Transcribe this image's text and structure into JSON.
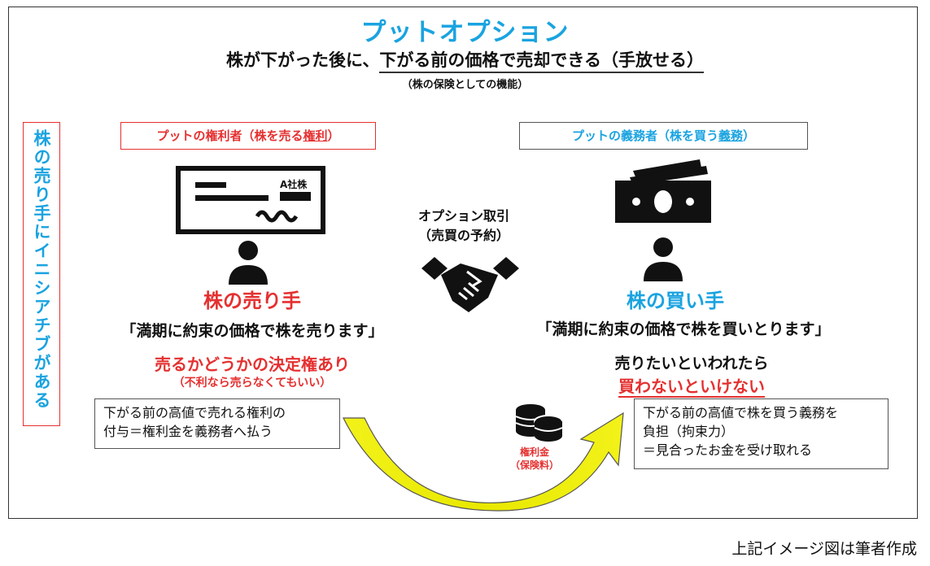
{
  "title": "プットオプション",
  "subtitle_pre": "株が下がった後に、",
  "subtitle_underlined": "下がる前の価格で売却できる（手放せる）",
  "subtitle_note": "（株の保険としての機能）",
  "vertical_text": "株の売り手にイニシアチブがある",
  "left_role": {
    "pre": "プットの権利者（株を売る",
    "underlined": "権利",
    "post": "）"
  },
  "right_role": {
    "pre": "プットの義務者（株を買う",
    "underlined": "義務",
    "post": "）"
  },
  "certificate_label": "A社株",
  "center_label_1": "オプション取引",
  "center_label_2": "（売買の予約）",
  "seller": {
    "title": "株の売り手",
    "quote": "「満期に約束の価格で株を売ります」",
    "right_1": "売るかどうかの決定権あり",
    "right_2": "（不利なら売らなくてもいい）",
    "desc_1": "下がる前の高値で売れる権利の",
    "desc_2": "付与＝権利金を義務者へ払う"
  },
  "buyer": {
    "title": "株の買い手",
    "quote": "「満期に約束の価格で株を買いとります」",
    "ob_1": "売りたいといわれたら",
    "ob_2": "買わないといけない",
    "desc_1": "下がる前の高値で株を買う義務を",
    "desc_2": "負担（拘束力）",
    "desc_3": "＝見合ったお金を受け取れる"
  },
  "premium_1": "権利金",
  "premium_2": "（保険料）",
  "footer": "上記イメージ図は筆者作成",
  "colors": {
    "accent_blue": "#1aa3e0",
    "accent_red": "#e53030",
    "arrow_yellow": "#f0f000"
  }
}
